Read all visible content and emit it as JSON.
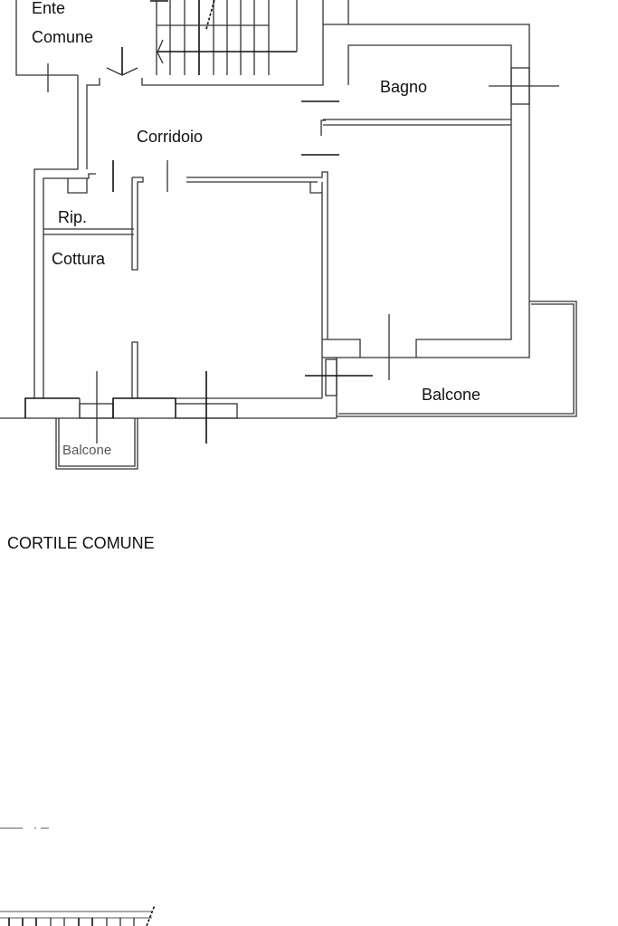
{
  "plan": {
    "rooms": {
      "ente_comune_line1": "Ente",
      "ente_comune_line2": "Comune",
      "bagno": "Bagno",
      "corridoio": "Corridoio",
      "ripostiglio": "Rip.",
      "cottura": "Cottura",
      "balcone_right": "Balcone",
      "balcone_small": "Balcone"
    },
    "courtyard": "CORTILE COMUNE"
  }
}
